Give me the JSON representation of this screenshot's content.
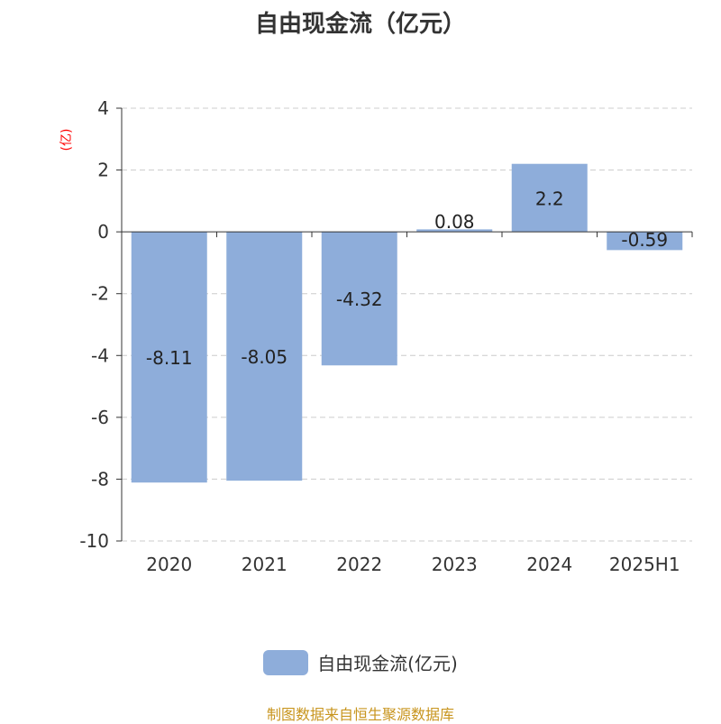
{
  "title": "自由现金流（亿元）",
  "footer": "制图数据来自恒生聚源数据库",
  "colors": {
    "bar": "#8eadda",
    "unit_label": "#ff0000",
    "footer": "#c8951e"
  },
  "chart_data": {
    "type": "bar",
    "title": "自由现金流（亿元）",
    "categories": [
      "2020",
      "2021",
      "2022",
      "2023",
      "2024",
      "2025H1"
    ],
    "series": [
      {
        "name": "自由现金流(亿元)",
        "values": [
          -8.11,
          -8.05,
          -4.32,
          0.08,
          2.2,
          -0.59
        ]
      }
    ],
    "data_labels": [
      "-8.11",
      "-8.05",
      "-4.32",
      "0.08",
      "2.2",
      "-0.59"
    ],
    "ylabel": "(亿)",
    "ylim": [
      -10,
      4
    ],
    "yticks": [
      4,
      2,
      0,
      -2,
      -4,
      -6,
      -8,
      -10
    ],
    "grid": true,
    "legend": "bottom"
  }
}
